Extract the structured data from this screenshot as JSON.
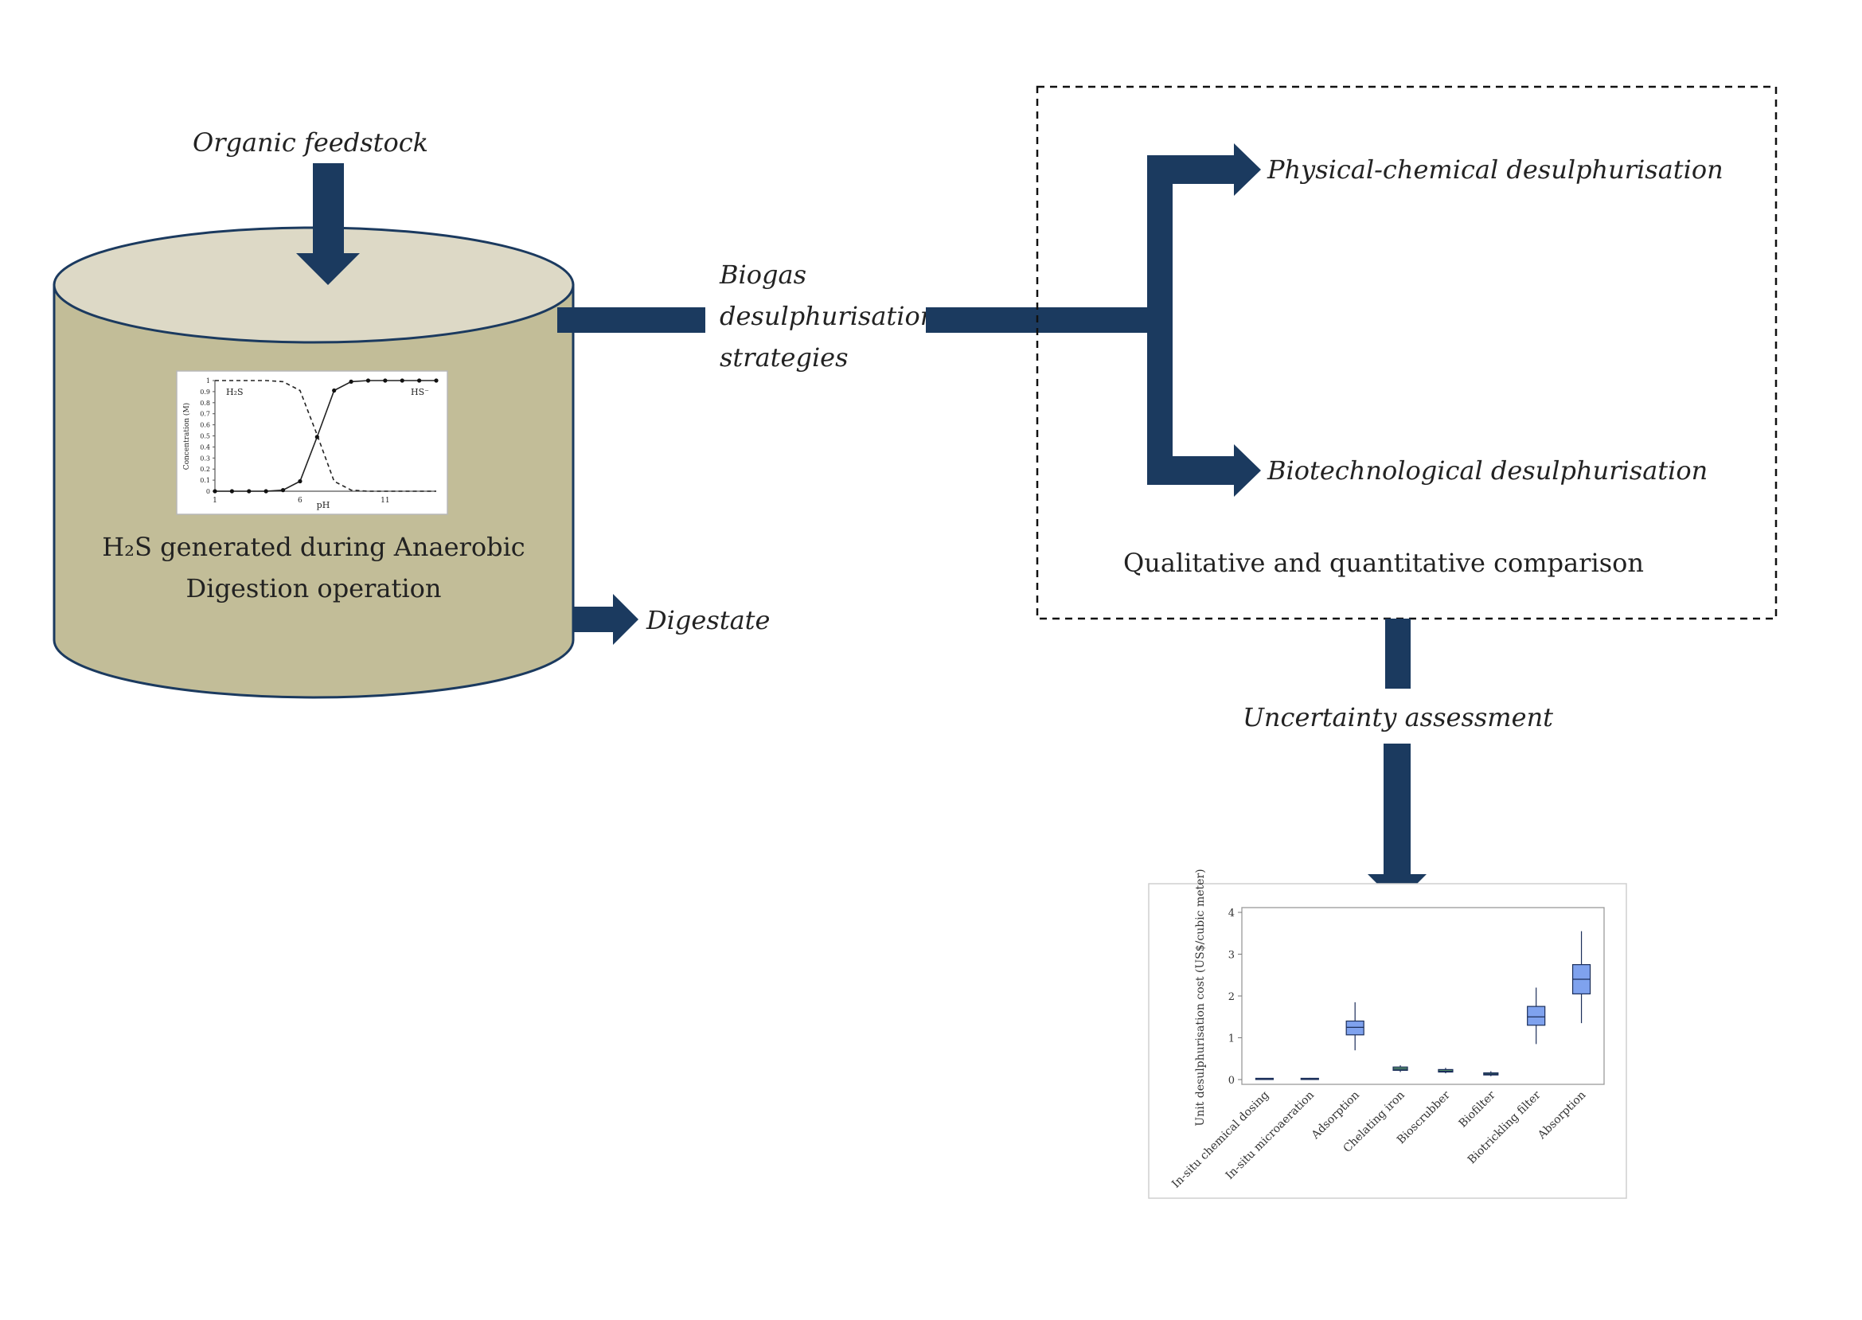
{
  "labels": {
    "organic_feedstock": "Organic feedstock",
    "biogas_line1": "Biogas",
    "biogas_line2": "desulphurisation",
    "biogas_line3": "strategies",
    "physical_chemical": "Physical-chemical desulphurisation",
    "biotechnological": "Biotechnological desulphurisation",
    "comparison": "Qualitative and quantitative comparison",
    "uncertainty": "Uncertainty assessment",
    "digestate": "Digestate",
    "tank_line1": "H₂S generated during Anaerobic",
    "tank_line2": "Digestion operation"
  },
  "colors": {
    "arrow": "#1b3a5f",
    "tank_body": "#c2bd98",
    "tank_top": "#ddd9c6",
    "tank_outline": "#1b3a5f",
    "box_fill": "#7fa2ee",
    "box_edge": "#1b2e5a",
    "green_box": "#5e9e6a"
  },
  "inset_speciation": {
    "ylabel": "Concentration (M)",
    "xlabel": "pH",
    "y_ticks": [
      "0",
      "0.1",
      "0.2",
      "0.3",
      "0.4",
      "0.5",
      "0.6",
      "0.7",
      "0.8",
      "0.9",
      "1"
    ],
    "x_ticks": [
      "1",
      "6",
      "11"
    ],
    "species_left": "H₂S",
    "species_right": "HS⁻",
    "chart_data": {
      "type": "line",
      "x": [
        1,
        2,
        3,
        4,
        5,
        6,
        7,
        8,
        9,
        10,
        11,
        12,
        13,
        14
      ],
      "series": [
        {
          "name": "HS⁻",
          "values": [
            0,
            0,
            0,
            0,
            0.01,
            0.09,
            0.49,
            0.91,
            0.99,
            1,
            1,
            1,
            1,
            1
          ]
        },
        {
          "name": "H₂S",
          "values": [
            1,
            1,
            1,
            1,
            0.99,
            0.91,
            0.51,
            0.09,
            0.01,
            0,
            0,
            0,
            0,
            0
          ]
        }
      ],
      "xlim": [
        1,
        14
      ],
      "ylim": [
        0,
        1
      ]
    }
  },
  "inset_cost": {
    "ylabel": "Unit desulphurisation cost (US$/cubic meter)",
    "y_ticks": [
      "0",
      "1",
      "2",
      "3",
      "4"
    ],
    "chart_data": {
      "type": "box",
      "categories": [
        "In-situ chemical dosing",
        "In-situ microaeration",
        "Adsorption",
        "Chelating iron",
        "Bioscrubber",
        "Biofilter",
        "Biotrickling filter",
        "Absorption"
      ],
      "boxes": [
        {
          "min": 0.01,
          "q1": 0.01,
          "median": 0.02,
          "q3": 0.03,
          "max": 0.03
        },
        {
          "min": 0.01,
          "q1": 0.02,
          "median": 0.02,
          "q3": 0.03,
          "max": 0.04
        },
        {
          "min": 0.7,
          "q1": 1.07,
          "median": 1.25,
          "q3": 1.4,
          "max": 1.85
        },
        {
          "min": 0.18,
          "q1": 0.22,
          "median": 0.25,
          "q3": 0.3,
          "max": 0.34
        },
        {
          "min": 0.15,
          "q1": 0.18,
          "median": 0.2,
          "q3": 0.24,
          "max": 0.28
        },
        {
          "min": 0.08,
          "q1": 0.11,
          "median": 0.13,
          "q3": 0.16,
          "max": 0.2
        },
        {
          "min": 0.85,
          "q1": 1.3,
          "median": 1.5,
          "q3": 1.75,
          "max": 2.2
        },
        {
          "min": 1.35,
          "q1": 2.05,
          "median": 2.4,
          "q3": 2.75,
          "max": 3.55
        }
      ],
      "ylim": [
        0,
        4
      ],
      "green_categories": [
        "Chelating iron",
        "Bioscrubber",
        "Biofilter"
      ]
    }
  }
}
